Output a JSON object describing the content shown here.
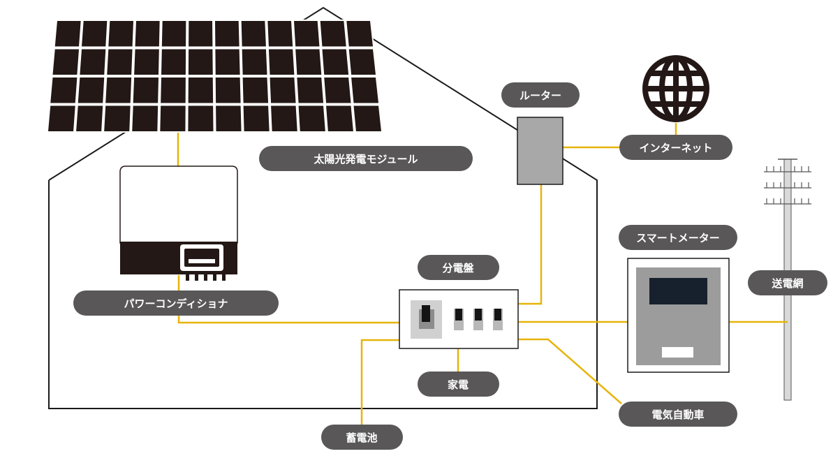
{
  "title": "",
  "colors": {
    "wire": "#e6b40a",
    "outline": "#1a1a1a",
    "panel": "#231815",
    "label_bg": "#595757",
    "label_text": "#ffffff",
    "device_gray": "#9c9c9c",
    "pole_gray": "#d9d9d9",
    "display": "#17212e"
  },
  "labels": {
    "solar_module": "太陽光発電モジュール",
    "power_conditioner": "パワーコンディショナ",
    "router": "ルーター",
    "internet": "インターネット",
    "smart_meter": "スマートメーター",
    "distribution_board": "分電盤",
    "home_appliances": "家電",
    "storage_battery": "蓄電池",
    "electric_vehicle": "電気自動車",
    "power_grid": "送電網"
  },
  "icons": {
    "internet": "globe-icon",
    "grid": "utility-pole-icon"
  }
}
